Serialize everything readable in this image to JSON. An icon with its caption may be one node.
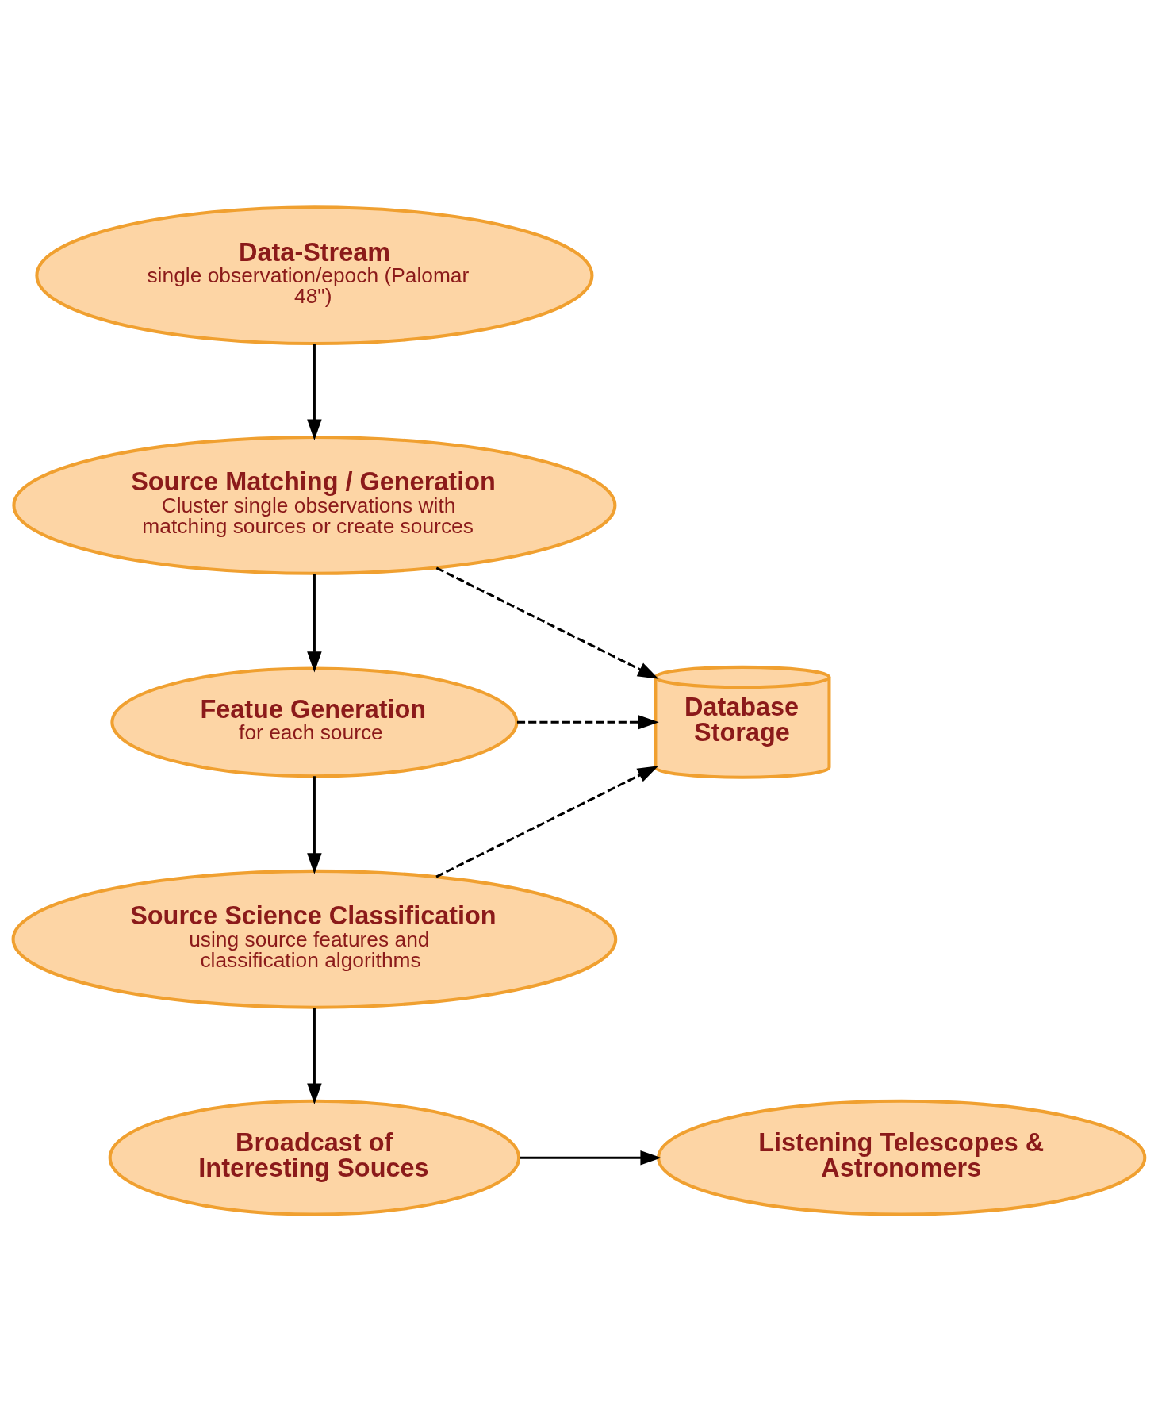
{
  "diagram": {
    "nodes": [
      {
        "text": [
          "Data-Stream",
          "single observation/epoch (Palomar 48\")"
        ]
      },
      {
        "text": [
          "Source Matching / Generation",
          "Cluster single observations with matching sources or create sources"
        ]
      },
      {
        "text": [
          "Featue Generation",
          "for each source"
        ]
      },
      {
        "text": [
          "Database Storage"
        ]
      },
      {
        "text": [
          "Source Science Classification",
          "using source features and classification algorithms"
        ]
      },
      {
        "text": [
          "Broadcast of Interesting Souces"
        ]
      },
      {
        "text": [
          "Listening Telescopes & Astronomers"
        ]
      }
    ],
    "edges": [
      {
        "from": 0,
        "to": 1,
        "arrow": "to"
      },
      {
        "from": 1,
        "to": 3,
        "arrow": "to",
        "style": "dashed"
      },
      {
        "from": 1,
        "to": 2,
        "arrow": "to"
      },
      {
        "from": 2,
        "to": 3,
        "arrow": "to",
        "style": "dashed"
      },
      {
        "from": 2,
        "to": 4,
        "arrow": "to"
      },
      {
        "from": 4,
        "to": 3,
        "arrow": "to",
        "style": "dashed"
      },
      {
        "from": 4,
        "to": 5,
        "arrow": "to"
      },
      {
        "from": 5,
        "to": 6,
        "arrow": "to"
      }
    ]
  }
}
